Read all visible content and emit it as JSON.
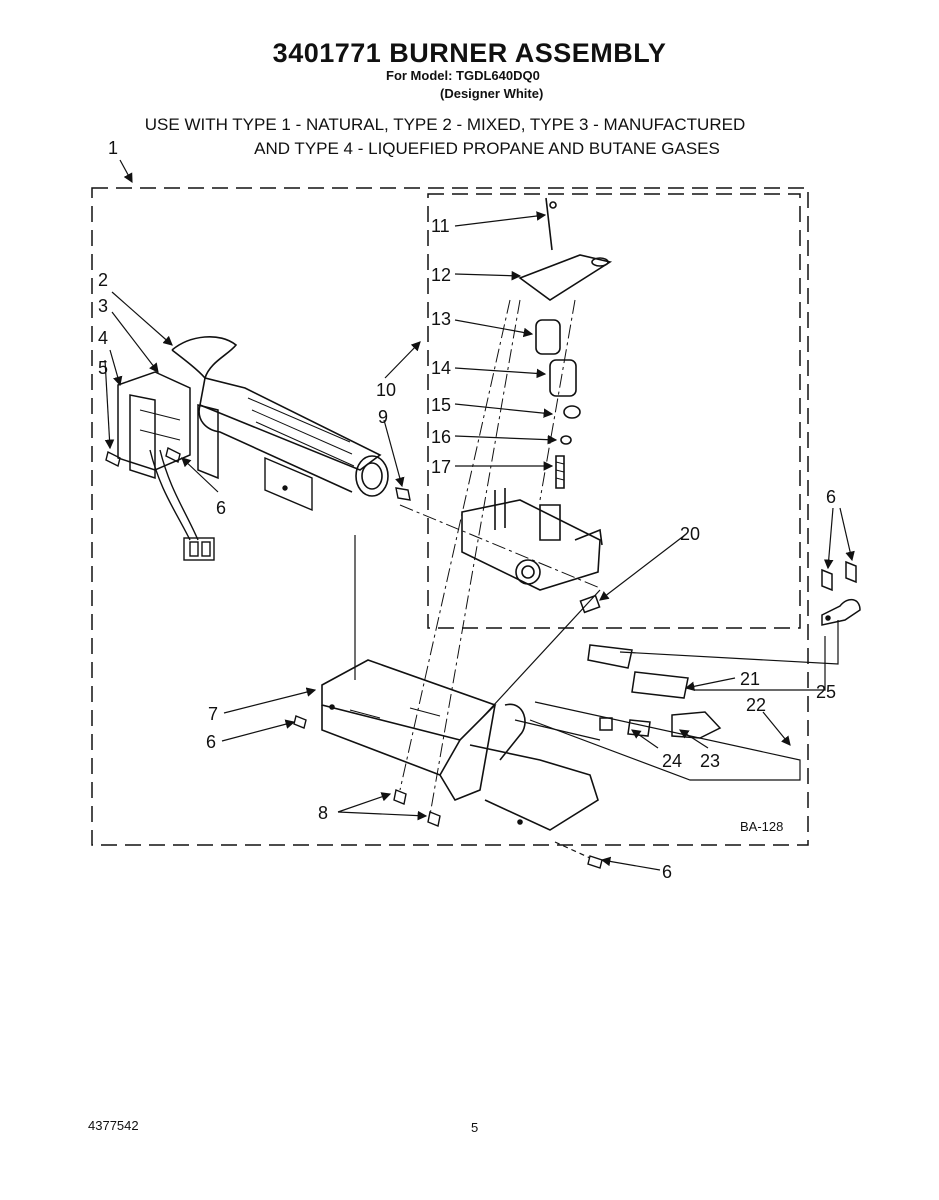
{
  "header": {
    "title": "3401771 BURNER ASSEMBLY",
    "model": "For Model: TGDL640DQ0",
    "finish": "(Designer White)"
  },
  "usage": {
    "line1": "USE WITH TYPE 1 - NATURAL, TYPE 2 - MIXED, TYPE 3 - MANUFACTURED",
    "line2": "AND TYPE 4 - LIQUEFIED PROPANE AND BUTANE GASES"
  },
  "diagram": {
    "callouts": {
      "c1": "1",
      "c2": "2",
      "c3": "3",
      "c4": "4",
      "c5": "5",
      "c6a": "6",
      "c6b": "6",
      "c6c": "6",
      "c6d": "6",
      "c7": "7",
      "c8": "8",
      "c9": "9",
      "c10": "10",
      "c11": "11",
      "c12": "12",
      "c13": "13",
      "c14": "14",
      "c15": "15",
      "c16": "16",
      "c17": "17",
      "c20": "20",
      "c21": "21",
      "c22": "22",
      "c23": "23",
      "c24": "24",
      "c25": "25"
    },
    "drawing_code": "BA-128"
  },
  "footer": {
    "doc_number": "4377542",
    "page": "5"
  }
}
